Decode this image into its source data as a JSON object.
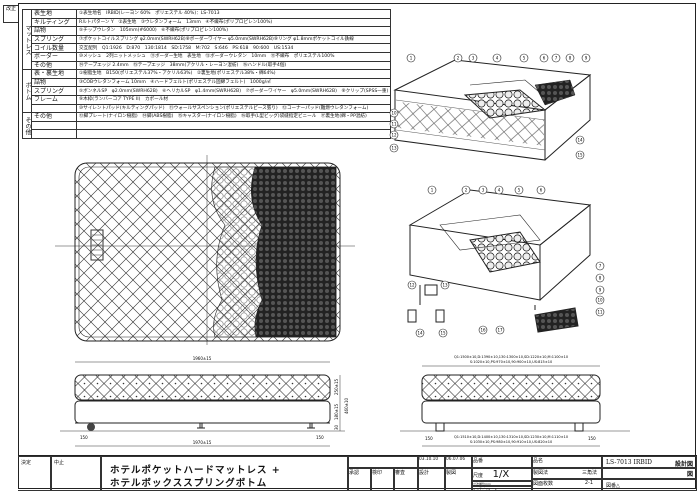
{
  "revision_label": "改正",
  "spec": {
    "groups": {
      "mattress": "マットレス",
      "bottom": "ボトム",
      "other": "その他"
    },
    "rows": [
      {
        "label": "表生地",
        "value": "①表生地名　IRBID(レーヨン 60%　ポリエステル 40%)：LS-7013"
      },
      {
        "label": "キルティング",
        "value": "Rルトパターン Y　②表生地　③ウレタンフォーム　13mm　④不織布(ポリプロピレン100%)"
      },
      {
        "label": "詰物",
        "value": "⑤チップウレタン　105mm(#6000)　⑥不織布(ポリプロピレン100%)"
      },
      {
        "label": "スプリング",
        "value": "⑦ポケットコイルスプリング φ2.0mm(SWRH62B)⑧ボーダーワイヤー φ5.0mm(SWRH62B)⑨リング φ1.8mmポケットコイル鉄線"
      },
      {
        "label": "コイル数量",
        "value": "交互配列　Q1:1926　D:870　130:1814　SD:1758　M:702　S:646　PS:618　90:600　US:1534"
      },
      {
        "label": "ボーダー",
        "value": "⑩メッシュ　2列ニットメッシュ　⑪ボーダー生地　表生地　⑫ボーダーウレタン　10mm　⑬不織布　ポリエステル100%"
      },
      {
        "label": "その他",
        "value": "⑭テープエッジ 2.4mm　⑮テープエッジ　38mm(アクリル・レーヨン混紡)　⑯ハンドル(取手4個)"
      },
      {
        "label": "表・裏生地",
        "value": "①樹脂生地　B150(ポリエステル37%・アクリル63%)　②裏生地(ポリエステル38%・綿64%)"
      },
      {
        "label": "詰物",
        "value": "③COBウレタンフォーム 10mm　④ハードフェルト(ポリエステル固綿フェルト)　1000g/㎡"
      },
      {
        "label": "スプリング",
        "value": "⑤ボンネルSP　φ2.0mm(SWRH62B)　⑥ヘリカルSP　φ1.4mm(SWRH62B)　⑦ボーダーワイヤー　φ5.0mm(SWRH62B)　⑧クリップ(SPSS一重)"
      },
      {
        "label": "フレーム",
        "value": "⑨木枠(ランバーコア TYPE II)　カポール材"
      },
      {
        "label": "",
        "value": "⑩サイレントパッド(キルティングパッド)　⑪ウォールサスペンション(ポリエステルピース張り)　⑫コーナーパッド(難燃ウレタンフォーム)"
      },
      {
        "label": "その他",
        "value": "⑬脚プレート(ナイロン樹脂)　⑭脚(ABS樹脂)　⑮キャスター(ナイロン樹脂)　⑯取手(L型ビッグ)袋縫指定ビニール　⑰裏生地(綿・PP混紡)"
      },
      {
        "label": "",
        "value": ""
      },
      {
        "label": "",
        "value": ""
      }
    ]
  },
  "dimensions": {
    "top_width": "1960±15",
    "bottom_width": "1970±15",
    "mattress_height": "250±15",
    "bottom_height": "180±15",
    "leg_height": "30",
    "total_height": "460±10",
    "leg_offset": "150",
    "end_top_line1": "Q1:1500±10,D:1390±10,130:1300±10,SD:1220±10,M:1100±10",
    "end_top_line2": "S:1020±10,PS:970±10,90:900±10,US:815±10",
    "end_bottom_line1": "Q1:1510±10,D:1400±10,130:1310±10,SD:1230±10,M:1110±10",
    "end_bottom_line2": "S:1030±10,PS:980±10,90:910±10,US:820±10"
  },
  "callouts_mattress": [
    "1",
    "2",
    "3",
    "4",
    "5",
    "6",
    "7",
    "8",
    "9",
    "10",
    "11",
    "12",
    "13",
    "14",
    "15"
  ],
  "callouts_bottom": [
    "1",
    "2",
    "3",
    "4",
    "5",
    "6",
    "7",
    "8",
    "9",
    "10",
    "11",
    "12",
    "13",
    "14",
    "15",
    "16",
    "17"
  ],
  "title_block": {
    "decision": "決定",
    "stop": "中止",
    "product_line1": "ホテルポケットハードマットレス +",
    "product_line2": "ホテルボックススプリングボトム",
    "approve": "承認",
    "inspect": "検印",
    "check": "審査",
    "design": "設計",
    "draw": "製図",
    "date1": "03.10.10",
    "date2": "06.07.06",
    "part_no_label": "品番",
    "scale_label": "尺度",
    "scale_value": "1/X",
    "unit_note1": "寸法単位mm",
    "unit_note2": "インチ／フィート",
    "name_label": "品名",
    "projection_label": "製図法",
    "projection_value": "三角法",
    "sheets_label": "図面枚数",
    "sheets_value": "2-1",
    "model": "LS-7013 IRBID",
    "doc_type": "設計図",
    "fig_label": "図",
    "drawing_no": "図番△"
  }
}
